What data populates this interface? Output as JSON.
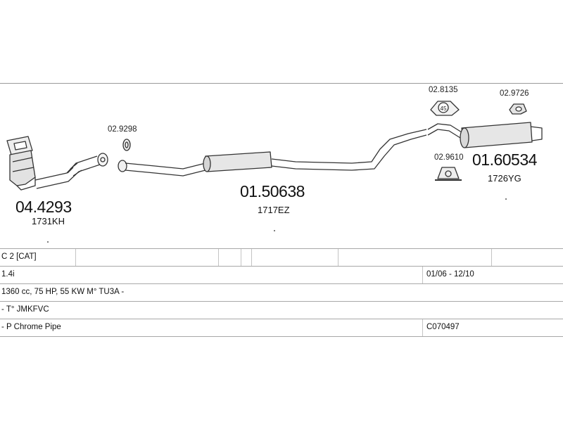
{
  "parts": {
    "cat": {
      "code": "04.4293",
      "sub": "1731KH"
    },
    "cat_small": {
      "code": "02.9298"
    },
    "mid": {
      "code": "01.50638",
      "sub": "1717EZ"
    },
    "rear_mount": {
      "code": "02.9610"
    },
    "rear_clamp": {
      "code": "02.8135",
      "clamp_label": "45"
    },
    "rear_ring": {
      "code": "02.9726"
    },
    "rear": {
      "code": "01.60534",
      "sub": "1726YG"
    }
  },
  "table": {
    "model": "C 2  [CAT]",
    "engine": "1.4i",
    "years": "01/06 - 12/10",
    "specs": "1360 cc, 75 HP, 55 KW M° TU3A -",
    "type": "- T° JMKFVC",
    "note": "- P Chrome Pipe",
    "ref": "C070497"
  }
}
